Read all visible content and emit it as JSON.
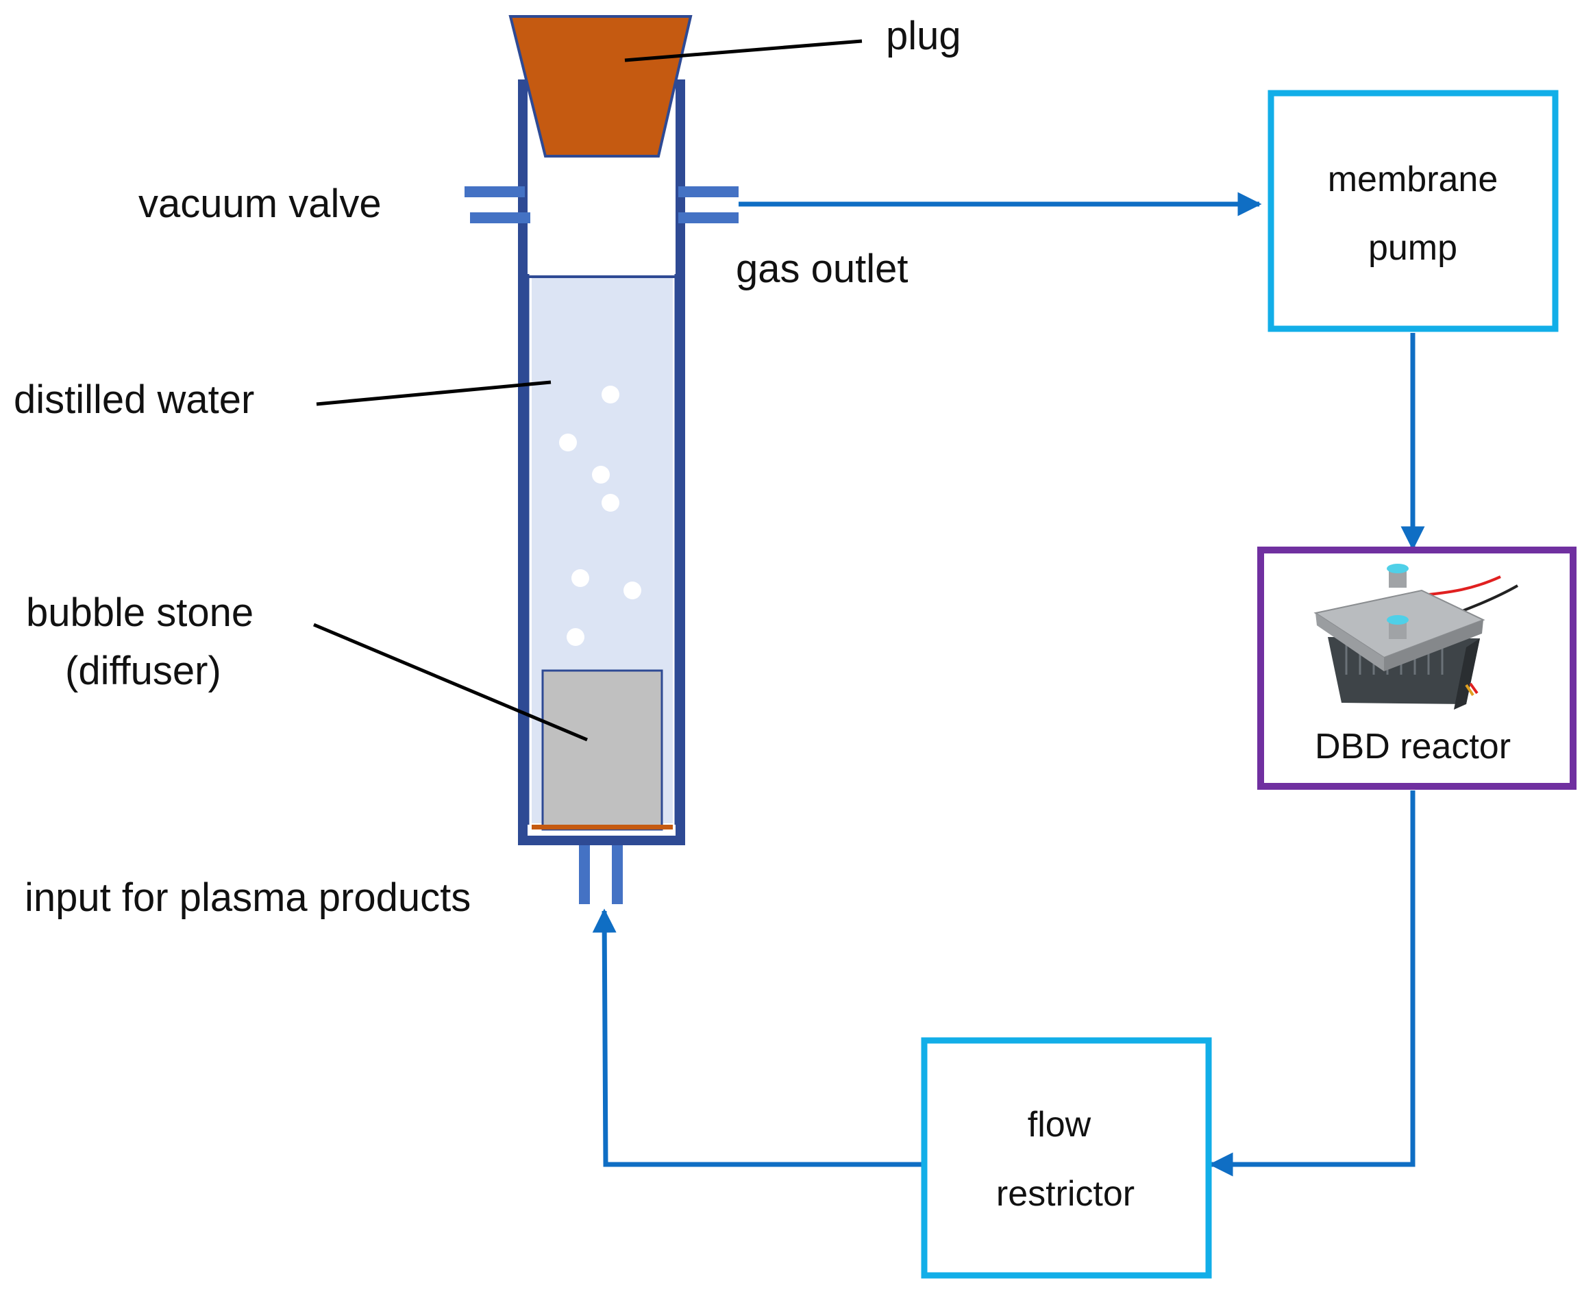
{
  "labels": {
    "plug": "plug",
    "vacuum_valve": "vacuum valve",
    "gas_outlet": "gas outlet",
    "distilled_water": "distilled water",
    "bubble_stone_line1": "bubble stone",
    "bubble_stone_line2": "(diffuser)",
    "input": "input for plasma products"
  },
  "boxes": {
    "membrane_pump": {
      "line1": "membrane",
      "line2": "pump"
    },
    "dbd_reactor": {
      "label": "DBD reactor"
    },
    "flow_restrictor": {
      "line1": "flow",
      "line2": "restrictor"
    }
  },
  "colors": {
    "flow_line": "#0f6ec4",
    "vessel_wall": "#2e4a94",
    "water": "#dce4f4",
    "plug": "#c55a11",
    "stone": "#c0c0c0",
    "valve": "#4472c4",
    "box_cyan": "#12aee8",
    "box_purple": "#7030a0"
  }
}
